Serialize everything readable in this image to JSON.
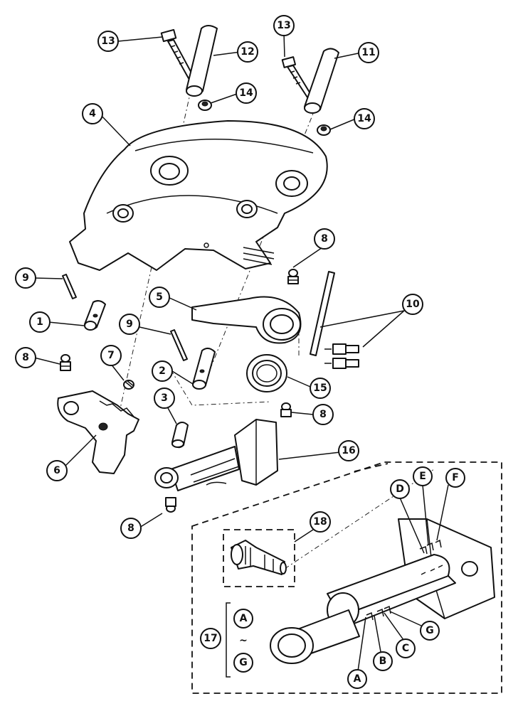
{
  "callouts": {
    "c13a": "13",
    "c12": "12",
    "c13b": "13",
    "c11": "11",
    "c14a": "14",
    "c14b": "14",
    "c4": "4",
    "c8a": "8",
    "c9a": "9",
    "c1": "1",
    "c5": "5",
    "c10": "10",
    "c9b": "9",
    "c8b": "8",
    "c7": "7",
    "c2": "2",
    "c15": "15",
    "c3": "3",
    "c8c": "8",
    "c6": "6",
    "c16": "16",
    "c8d": "8",
    "c18": "18",
    "c17": "17",
    "lD": "D",
    "lE": "E",
    "lF": "F",
    "lG": "G",
    "lC": "C",
    "lB": "B",
    "lA": "A",
    "r17a": "A",
    "r17g": "G",
    "range_sep": "~"
  }
}
